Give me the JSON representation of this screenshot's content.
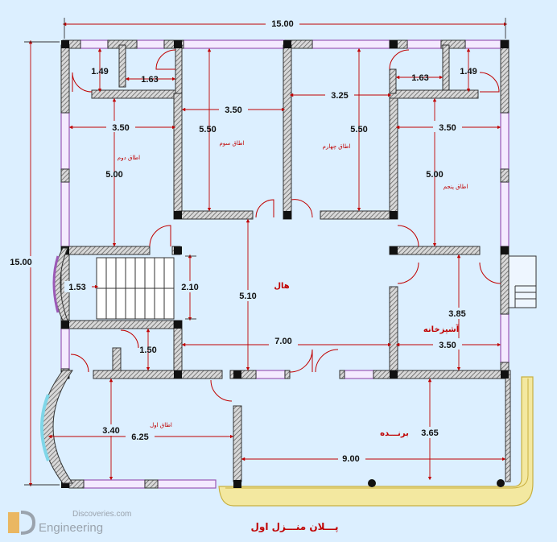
{
  "overall": {
    "top_width": "15.00",
    "left_height": "15.00"
  },
  "dimensions": {
    "wc_left_h": "1.49",
    "wc_left_w": "1.63",
    "wc_right_w": "1.63",
    "wc_right_h": "1.49",
    "room3_w": "3.50",
    "room4_w": "3.25",
    "room2_w": "3.50",
    "room5_w": "3.50",
    "room3_h": "5.50",
    "room4_h": "5.50",
    "room2_h": "5.00",
    "room5_h": "5.00",
    "stair_w": "1.53",
    "stair_h": "2.10",
    "hall_h": "5.10",
    "bath_h": "1.50",
    "hall_w": "7.00",
    "kitchen_h": "3.85",
    "kitchen_w": "3.50",
    "room1_h": "3.40",
    "room1_w": "6.25",
    "veranda_h": "3.65",
    "veranda_w": "9.00"
  },
  "rooms": {
    "room2": "اطاق دوم",
    "room3": "اطاق سوم",
    "room4": "اطاق چهارم",
    "room5": "اطاق پنجم",
    "hall": "هال",
    "kitchen": "آشپزخانه",
    "room1": "اطاق اول",
    "veranda": "برنـــده"
  },
  "caption": "پـــلان منـــزل اول",
  "watermark": {
    "top": "Discoveries.com",
    "name": "Engineering"
  },
  "colors": {
    "background": "#dcefff",
    "wall_hatch": "#888888",
    "dim_line": "#c00000",
    "window": "#9b59b6",
    "balcony": "#f3e8a0"
  }
}
